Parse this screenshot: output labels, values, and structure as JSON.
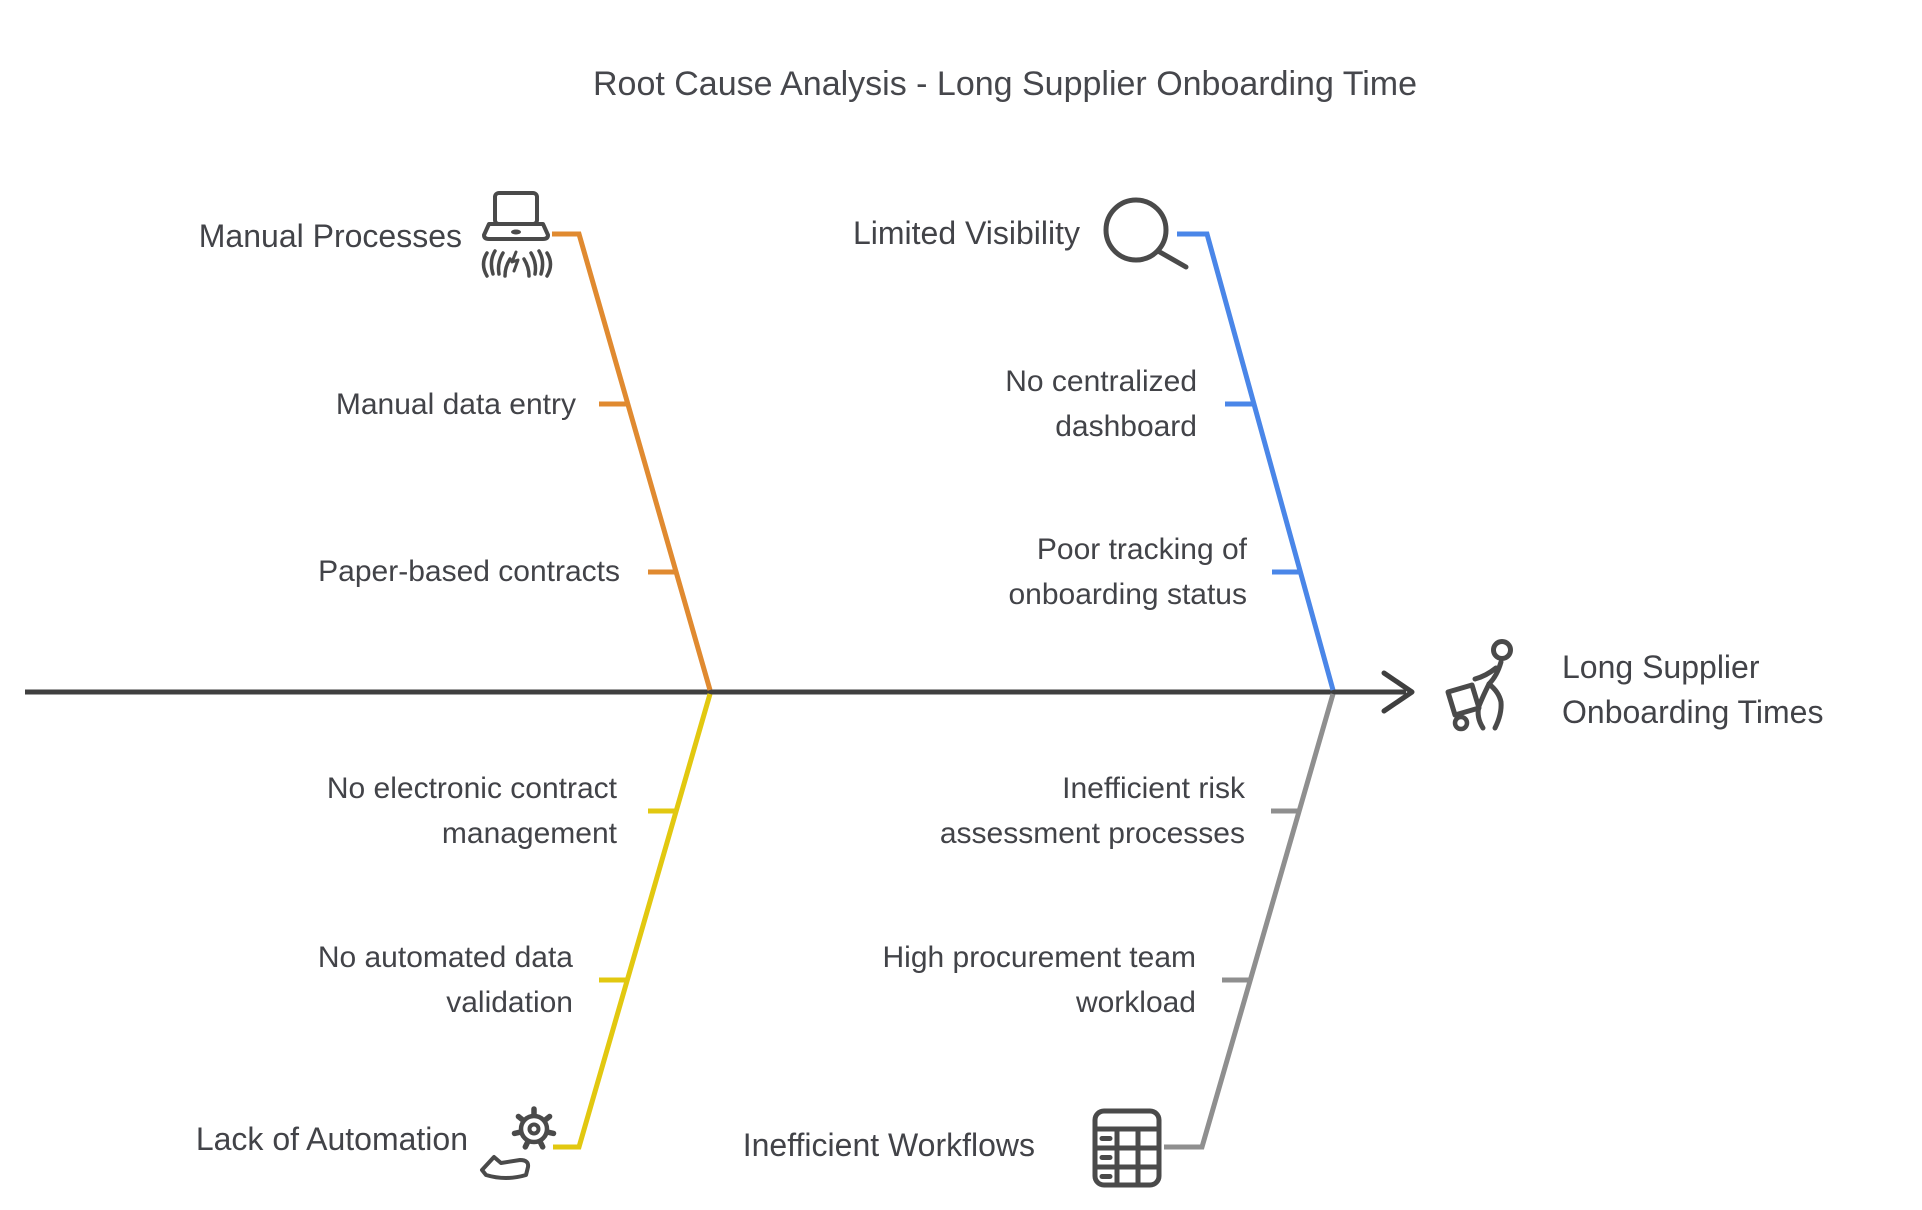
{
  "title": "Root Cause Analysis - Long Supplier Onboarding Time",
  "effect": {
    "label": "Long Supplier Onboarding Times",
    "icon": "person-pushing-cart-icon"
  },
  "colors": {
    "spine": "#3F3F3F",
    "icon_stroke": "#4A4A4A",
    "manual_processes": "#E08A30",
    "limited_visibility": "#4A86E8",
    "lack_of_automation": "#E2C810",
    "inefficient_workflows": "#8F8F8F"
  },
  "branches": [
    {
      "label": "Manual Processes",
      "icon": "laptop-typing-icon",
      "position": "top-left",
      "color": "#E08A30",
      "causes": [
        "Manual data entry",
        "Paper-based contracts"
      ]
    },
    {
      "label": "Limited Visibility",
      "icon": "magnifying-glass-icon",
      "position": "top-right",
      "color": "#4A86E8",
      "causes": [
        "No centralized dashboard",
        "Poor tracking of onboarding status"
      ]
    },
    {
      "label": "Lack of Automation",
      "icon": "gear-hand-icon",
      "position": "bottom-left",
      "color": "#E2C810",
      "causes": [
        "No electronic contract management",
        "No automated data validation"
      ]
    },
    {
      "label": "Inefficient Workflows",
      "icon": "table-grid-icon",
      "position": "bottom-right",
      "color": "#8F8F8F",
      "causes": [
        "Inefficient risk assessment processes",
        "High procurement team workload"
      ]
    }
  ]
}
